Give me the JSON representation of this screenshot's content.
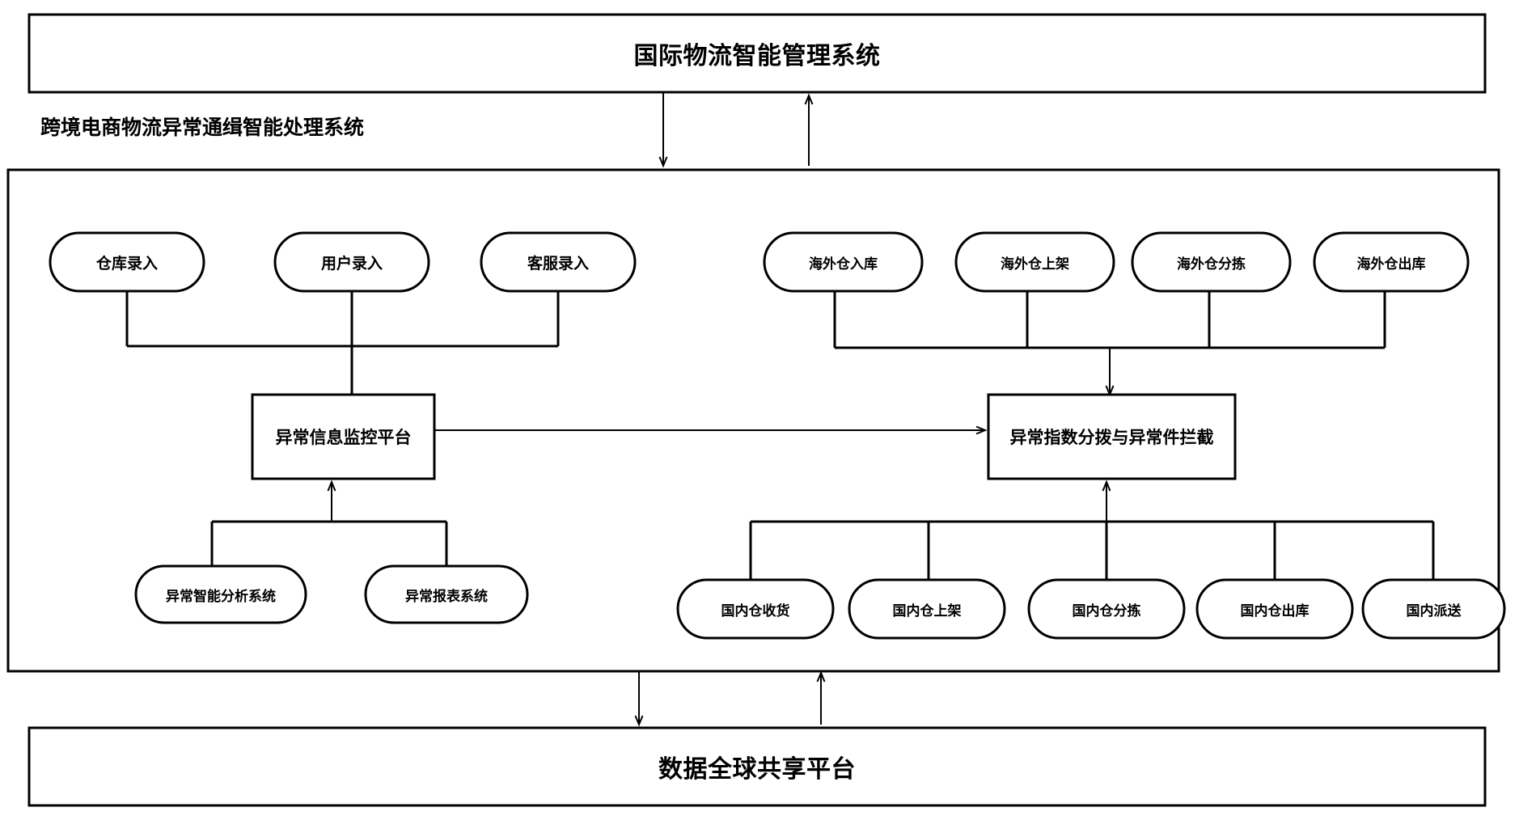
{
  "diagram": {
    "title": "国际物流智能管理系统",
    "type": "flowchart",
    "bands": [
      {
        "id": "top-band",
        "label": "国际物流智能管理系统",
        "shape": "rectangle"
      },
      {
        "id": "bottom-band",
        "label": "数据全球共享平台",
        "shape": "rectangle"
      }
    ],
    "group": {
      "caption": "跨境电商物流异常通缉智能处理系统",
      "shape": "rectangle"
    },
    "nodes": {
      "input_sources": [
        {
          "id": "warehouse-entry",
          "label": "仓库录入",
          "shape": "rounded"
        },
        {
          "id": "user-entry",
          "label": "用户录入",
          "shape": "rounded"
        },
        {
          "id": "service-entry",
          "label": "客服录入",
          "shape": "rounded"
        }
      ],
      "overseas_warehouse": [
        {
          "id": "overseas-inbound",
          "label": "海外仓入库",
          "shape": "rounded"
        },
        {
          "id": "overseas-shelving",
          "label": "海外仓上架",
          "shape": "rounded"
        },
        {
          "id": "overseas-sorting",
          "label": "海外仓分拣",
          "shape": "rounded"
        },
        {
          "id": "overseas-outbound",
          "label": "海外仓出库",
          "shape": "rounded"
        }
      ],
      "platforms": [
        {
          "id": "monitor-platform",
          "label": "异常信息监控平台",
          "shape": "rectangle"
        },
        {
          "id": "index-allocation",
          "label": "异常指数分拨与异常件拦截",
          "shape": "rectangle"
        }
      ],
      "analysis_systems": [
        {
          "id": "smart-analysis",
          "label": "异常智能分析系统",
          "shape": "rounded"
        },
        {
          "id": "exception-report",
          "label": "异常报表系统",
          "shape": "rounded"
        }
      ],
      "domestic_warehouse": [
        {
          "id": "domestic-receiving",
          "label": "国内仓收货",
          "shape": "rounded"
        },
        {
          "id": "domestic-shelving",
          "label": "国内仓上架",
          "shape": "rounded"
        },
        {
          "id": "domestic-sorting",
          "label": "国内仓分拣",
          "shape": "rounded"
        },
        {
          "id": "domestic-outbound",
          "label": "国内仓出库",
          "shape": "rounded"
        },
        {
          "id": "domestic-delivery",
          "label": "国内派送",
          "shape": "rounded"
        }
      ]
    },
    "colors": {
      "stroke": "#000000",
      "fill": "#ffffff",
      "text": "#000000"
    }
  }
}
